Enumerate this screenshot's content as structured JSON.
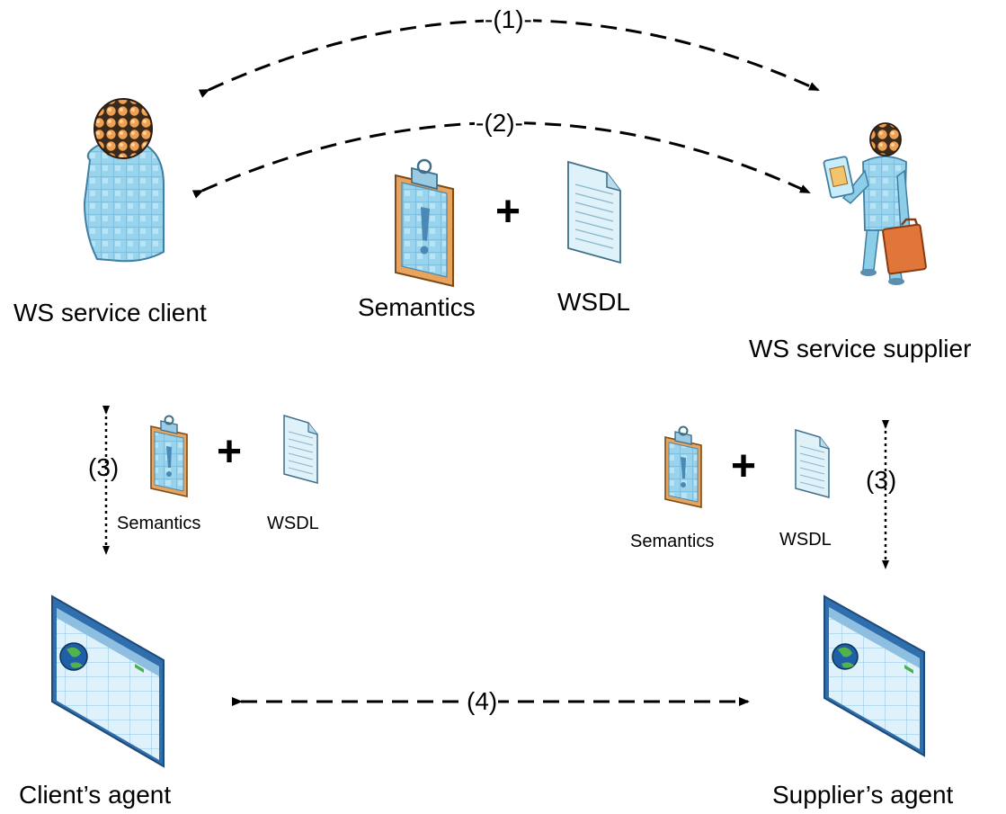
{
  "actors": {
    "client": "WS service client",
    "supplier": "WS service supplier",
    "client_agent": "Client’s agent",
    "supplier_agent": "Supplier’s agent"
  },
  "documents": {
    "semantics": "Semantics",
    "wsdl": "WSDL",
    "plus": "+"
  },
  "steps": {
    "step1": "-(1)-",
    "step2": "-(2)-",
    "step3": "(3)",
    "step4": "(4)"
  },
  "colors": {
    "person_body": "#8fd0ea",
    "person_head": "#e58a3a",
    "clipboard": "#e8a35c",
    "document": "#dff2fa",
    "screen": "#3a7ec2",
    "briefcase": "#e0763a"
  }
}
